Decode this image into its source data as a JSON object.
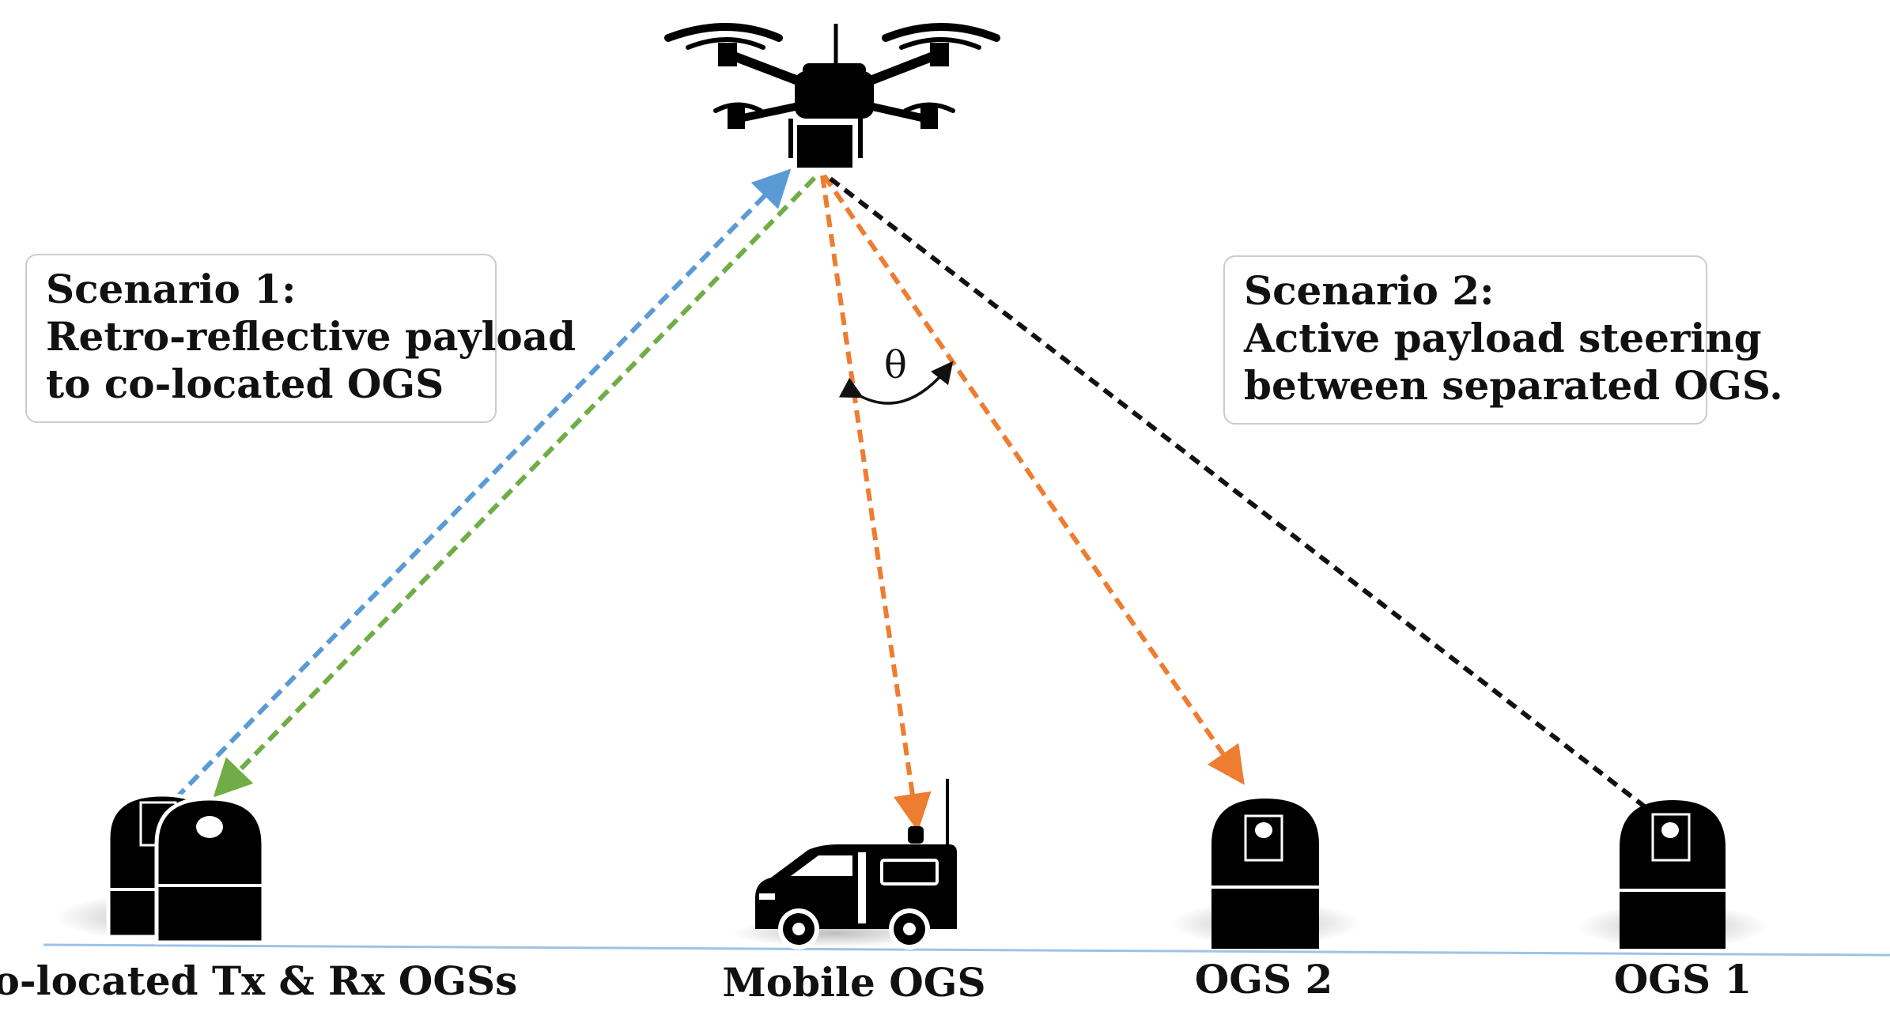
{
  "scenario1": {
    "line1": "Scenario 1:",
    "line2": "Retro-reflective payload",
    "line3": "to co-located OGS"
  },
  "scenario2": {
    "line1": "Scenario 2:",
    "line2": "Active payload steering",
    "line3": "between separated OGS."
  },
  "angle_label": "θ",
  "ground_labels": {
    "colocated": "Co-located Tx & Rx OGSs",
    "mobile": "Mobile OGS",
    "ogs2": "OGS 2",
    "ogs1": "OGS 1"
  },
  "colors": {
    "link_blue": "#5b9bd5",
    "link_green": "#70ad47",
    "link_orange": "#ed7d31",
    "link_black": "#111111",
    "ground_line": "#9dc3e6",
    "box_border": "#cccccc"
  },
  "icons": [
    "drone-icon",
    "ogs-telescope-icon",
    "mobile-van-icon"
  ]
}
